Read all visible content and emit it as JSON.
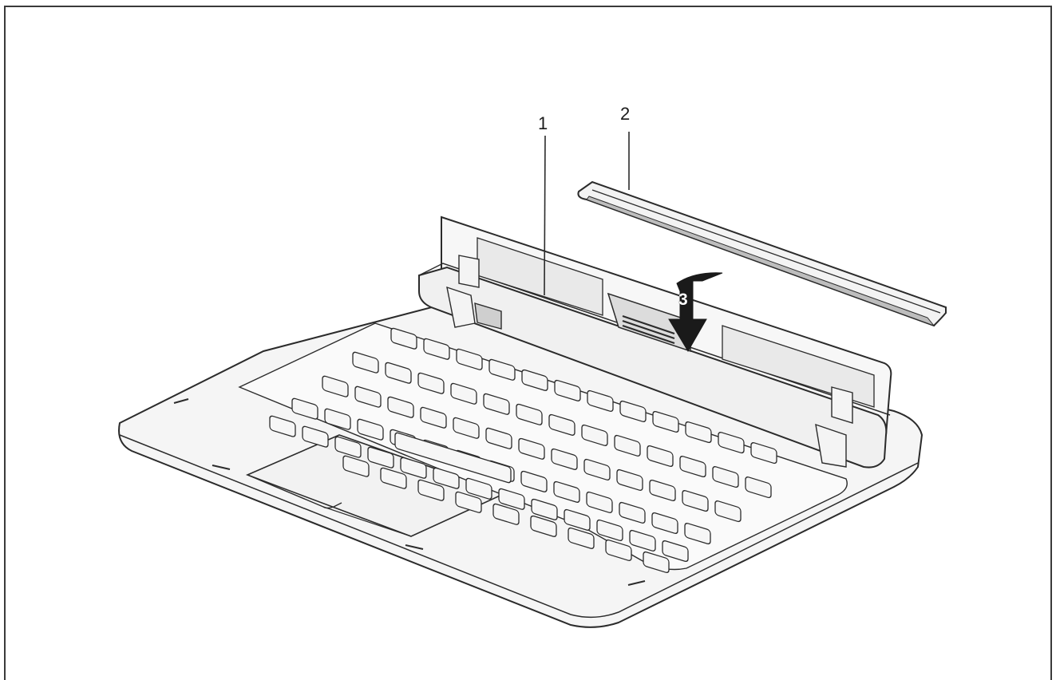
{
  "callouts": {
    "label_1": "1",
    "label_2": "2",
    "label_3": "3"
  },
  "colors": {
    "line": "#2b2b2b",
    "fill": "#f4f4f4",
    "shade": "#cfcfcf",
    "arrow": "#1a1a1a"
  }
}
